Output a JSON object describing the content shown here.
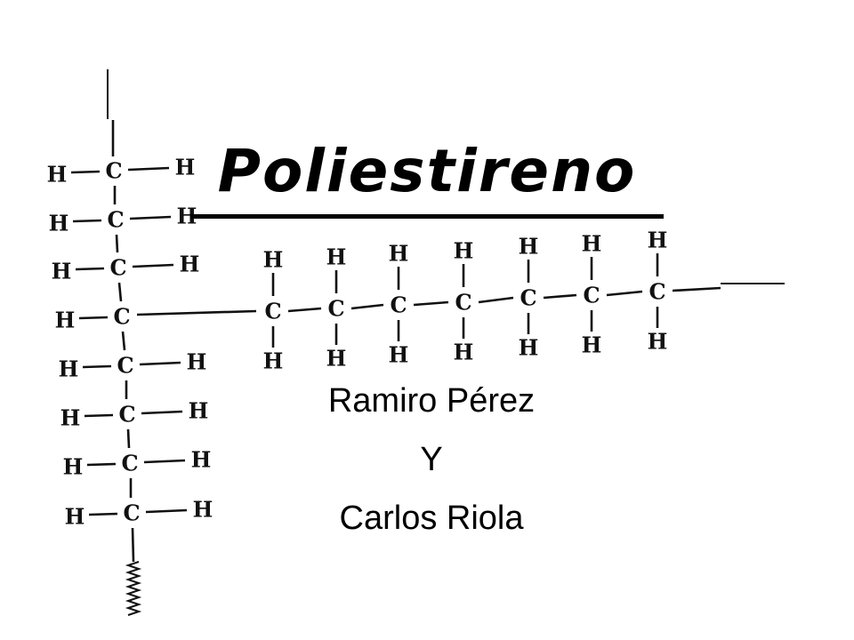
{
  "slide": {
    "title": "Poliestireno",
    "authors": {
      "line1": "Ramiro Pérez",
      "line2": "Y",
      "line3": "Carlos Riola"
    }
  },
  "diagram": {
    "carbon_symbol": "C",
    "hydrogen_symbol": "H",
    "vertical_chain_carbons": 8,
    "horizontal_chain_carbons": 7,
    "color": "#111111"
  }
}
